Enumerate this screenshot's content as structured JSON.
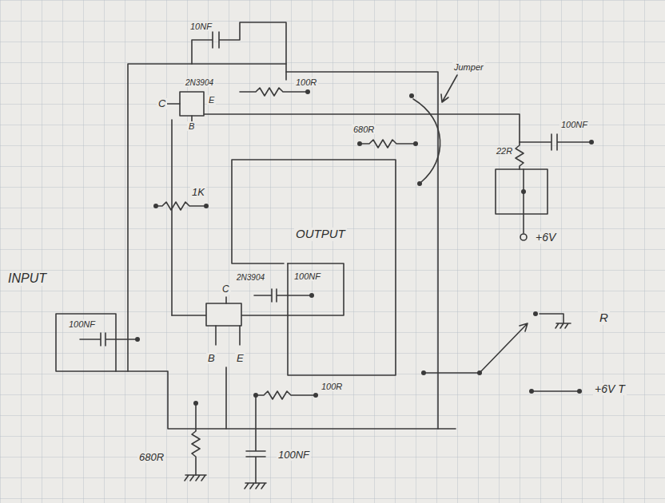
{
  "diagram": {
    "labels": [
      "10NF",
      "2N3904",
      "C",
      "E",
      "B",
      "100R",
      "Jumper",
      "680R",
      "100NF",
      "22R",
      "+6V",
      "1K",
      "OUTPUT",
      "INPUT",
      "2N3904",
      "C",
      "100NF",
      "100NF",
      "B",
      "E",
      "R",
      "100R",
      "+6V T",
      "680R",
      "100NF"
    ]
  }
}
